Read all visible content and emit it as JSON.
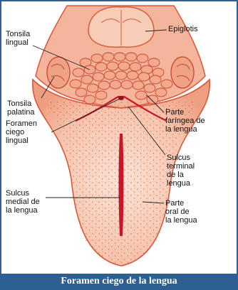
{
  "labels": {
    "epiglotis": "Epiglotis",
    "tonsila_lingual": "Tonsila\nlingual",
    "tonsila_palatina": "Tonsila\npalatina",
    "foramen_ciego_lingual": "Foramen\nciego\nlingual",
    "parte_faringea": "Parte\nfaríngea de\nla lengua",
    "sulcus_terminal": "Sulcus\nterminal\nde la\nlengua",
    "sulcus_medial": "Sulcus\nmedial de\nla lengua",
    "parte_oral": "Parte\noral de\nla lengua"
  },
  "caption": "Foramen ciego de la lengua",
  "colors": {
    "frame": "#2e5f93",
    "tongue_fill": "#f7c9b3",
    "tongue_outline": "#d9583a",
    "tonsil_fill": "#f3a98e",
    "groove": "#c4182a"
  }
}
